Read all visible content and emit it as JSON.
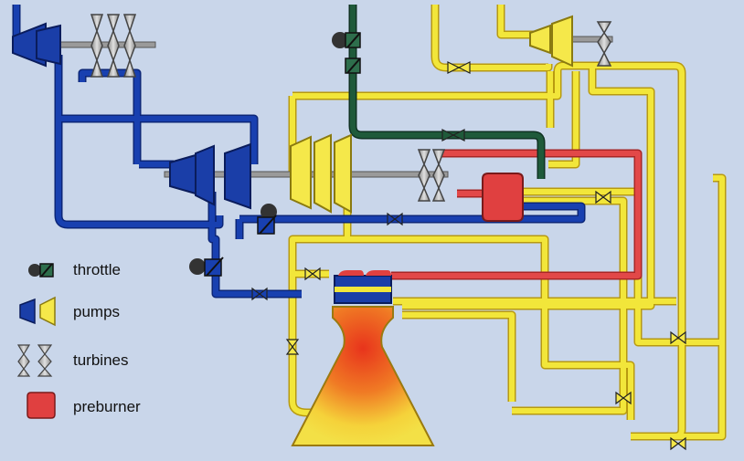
{
  "legend": {
    "throttle": "throttle",
    "pumps": "pumps",
    "turbines": "turbines",
    "preburner": "preburner"
  },
  "colors": {
    "background": "#c9d6ea",
    "oxidizer_line": "#1840b0",
    "fuel_line": "#f2e63a",
    "hot_gas_line": "#e24848",
    "throttle_line": "#1f5a3a",
    "pump_fuel": "#f5e84a",
    "pump_oxidizer": "#1a3ea8",
    "preburner": "#e04040",
    "turbine": "#b0b0b0",
    "nozzle_outer": "#f3e046",
    "nozzle_core": "#e8341c"
  },
  "icons": [
    "throttle-valve-icon",
    "pump-icon",
    "turbine-icon",
    "preburner-icon",
    "valve-icon",
    "rocket-nozzle-icon"
  ]
}
